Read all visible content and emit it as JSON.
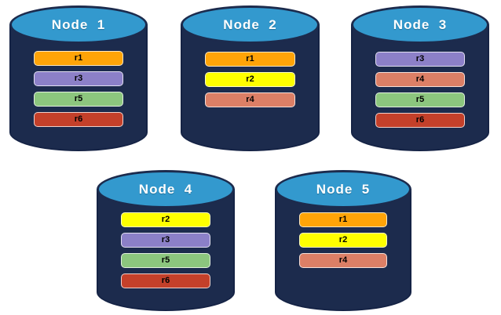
{
  "colors": {
    "background": "#FFFFFF",
    "cylinder_body": "#1C2B4D",
    "cylinder_top": "#3399CE",
    "cylinder_outline": "#152345",
    "title_text": "#FFFFFF",
    "bar_text": "#000000"
  },
  "replica_colors": {
    "r1": "#FFA408",
    "r2": "#FFFF00",
    "r3": "#8C80C8",
    "r4": "#DC7F66",
    "r5": "#8CC67E",
    "r6": "#C4402A"
  },
  "nodes": [
    {
      "label": "Node  1",
      "replicas": [
        "r1",
        "r3",
        "r5",
        "r6"
      ]
    },
    {
      "label": "Node  2",
      "replicas": [
        "r1",
        "r2",
        "r4"
      ]
    },
    {
      "label": "Node  3",
      "replicas": [
        "r3",
        "r4",
        "r5",
        "r6"
      ]
    },
    {
      "label": "Node  4",
      "replicas": [
        "r2",
        "r3",
        "r5",
        "r6"
      ]
    },
    {
      "label": "Node  5",
      "replicas": [
        "r1",
        "r2",
        "r4"
      ]
    }
  ]
}
